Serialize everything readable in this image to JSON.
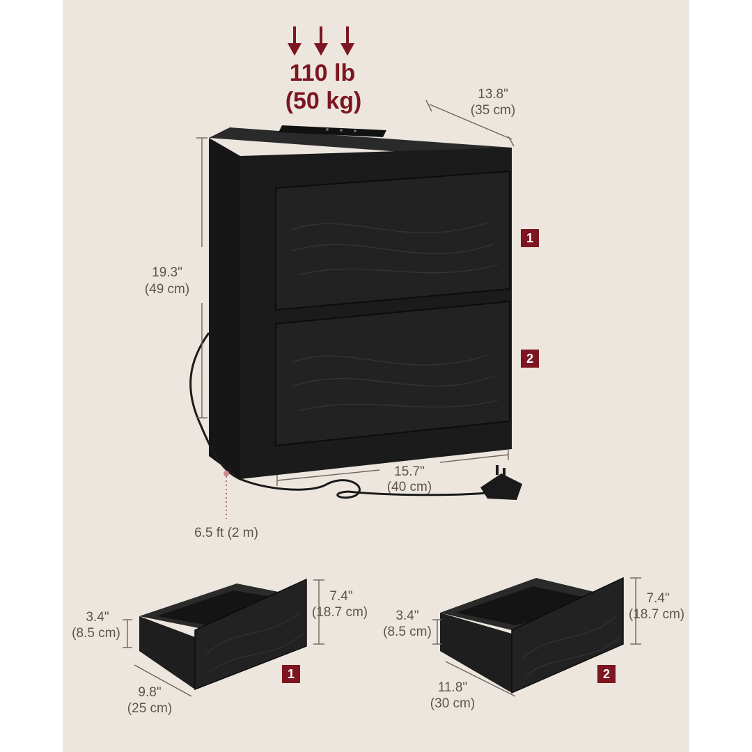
{
  "load": {
    "line1": "110 lb",
    "line2": "(50 kg)"
  },
  "nightstand": {
    "depth": {
      "imperial": "13.8\"",
      "metric": "(35 cm)"
    },
    "height": {
      "imperial": "19.3\"",
      "metric": "(49 cm)"
    },
    "width": {
      "imperial": "15.7\"",
      "metric": "(40 cm)"
    },
    "cable": "6.5 ft (2 m)"
  },
  "drawer_badges": [
    "1",
    "2"
  ],
  "drawers": [
    {
      "number": "1",
      "inner_height": {
        "imperial": "3.4\"",
        "metric": "(8.5 cm)"
      },
      "front_height": {
        "imperial": "7.4\"",
        "metric": "(18.7 cm)"
      },
      "depth": {
        "imperial": "9.8\"",
        "metric": "(25 cm)"
      }
    },
    {
      "number": "2",
      "inner_height": {
        "imperial": "3.4\"",
        "metric": "(8.5 cm)"
      },
      "front_height": {
        "imperial": "7.4\"",
        "metric": "(18.7 cm)"
      },
      "depth": {
        "imperial": "11.8\"",
        "metric": "(30 cm)"
      }
    }
  ],
  "colors": {
    "background": "#ece6de",
    "accent": "#7d1620",
    "furniture": "#1c1c1c",
    "text": "#5b554f"
  }
}
